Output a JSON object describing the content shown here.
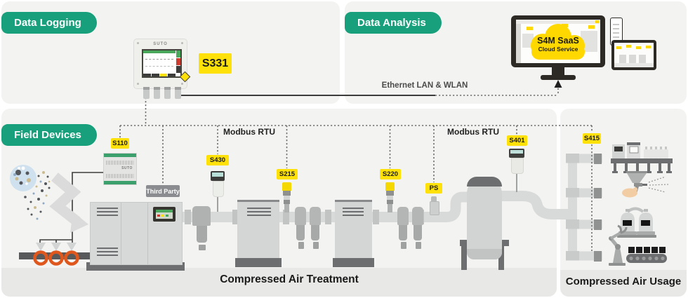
{
  "panels": {
    "data_logging": "Data Logging",
    "data_analysis": "Data Analysis",
    "field_devices": "Field Devices"
  },
  "devices": {
    "s331": "S331",
    "s110": "S110",
    "s430": "S430",
    "s215": "S215",
    "s220": "S220",
    "ps": "PS",
    "s401": "S401",
    "s415": "S415",
    "third_party": "Third Party"
  },
  "connections": {
    "modbus_rtu_1": "Modbus RTU",
    "modbus_rtu_2": "Modbus RTU",
    "ethernet": "Ethernet LAN & WLAN"
  },
  "cloud": {
    "name": "S4M SaaS",
    "service": "Cloud Service"
  },
  "zones": {
    "treatment": "Compressed Air Treatment",
    "usage": "Compressed Air Usage"
  },
  "brand": {
    "logo": "SUTO"
  },
  "colors": {
    "accent_green": "#17a07b",
    "label_yellow": "#ffe10a",
    "cloud_yellow": "#ffd800",
    "alert_orange": "#e0571e"
  }
}
